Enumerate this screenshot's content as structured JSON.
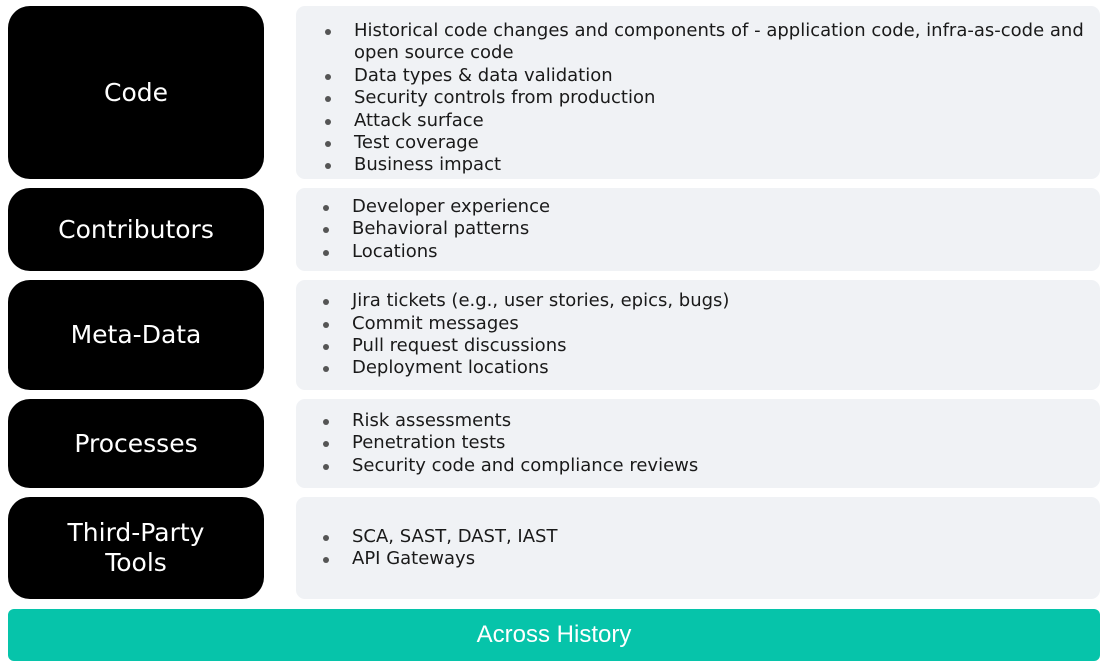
{
  "rows": [
    {
      "label": "Code",
      "items": [
        "Historical code changes and components of - application code, infra-as-code and open source code",
        "Data types & data validation",
        "Security controls from production",
        "Attack surface",
        "Test coverage",
        "Business impact"
      ]
    },
    {
      "label": "Contributors",
      "items": [
        "Developer experience",
        "Behavioral patterns",
        "Locations"
      ]
    },
    {
      "label": "Meta-Data",
      "items": [
        "Jira tickets (e.g., user stories, epics, bugs)",
        "Commit messages",
        "Pull request discussions",
        "Deployment locations"
      ]
    },
    {
      "label": "Processes",
      "items": [
        "Risk assessments",
        "Penetration tests",
        "Security code and compliance reviews"
      ]
    },
    {
      "label": "Third-Party Tools",
      "items": [
        "SCA, SAST, DAST, IAST",
        "API Gateways"
      ]
    }
  ],
  "footer": {
    "label": "Across History"
  },
  "colors": {
    "label_box": "#000000",
    "detail_box": "#f0f2f5",
    "footer_bar": "#06c4aa"
  }
}
